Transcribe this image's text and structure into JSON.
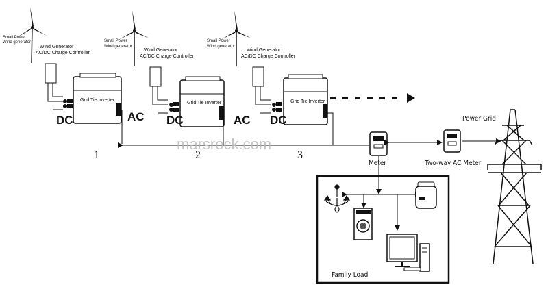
{
  "turbine_label_line1": "Small Power",
  "turbine_label_line2": "Wind generator",
  "controller_label_line1": "Wind Generator",
  "controller_label_line2": "AC/DC Charge Controller",
  "inverter_label": "Grid Tie Inverter",
  "dc_label": "DC",
  "ac_label": "AC",
  "units": [
    {
      "number": "1"
    },
    {
      "number": "2"
    },
    {
      "number": "3"
    }
  ],
  "meter_label": "Meter",
  "two_way_meter_label": "Two-way AC Meter",
  "power_grid_label": "Power Grid",
  "family_load_label": "Family Load",
  "watermark": "marsrock.com"
}
